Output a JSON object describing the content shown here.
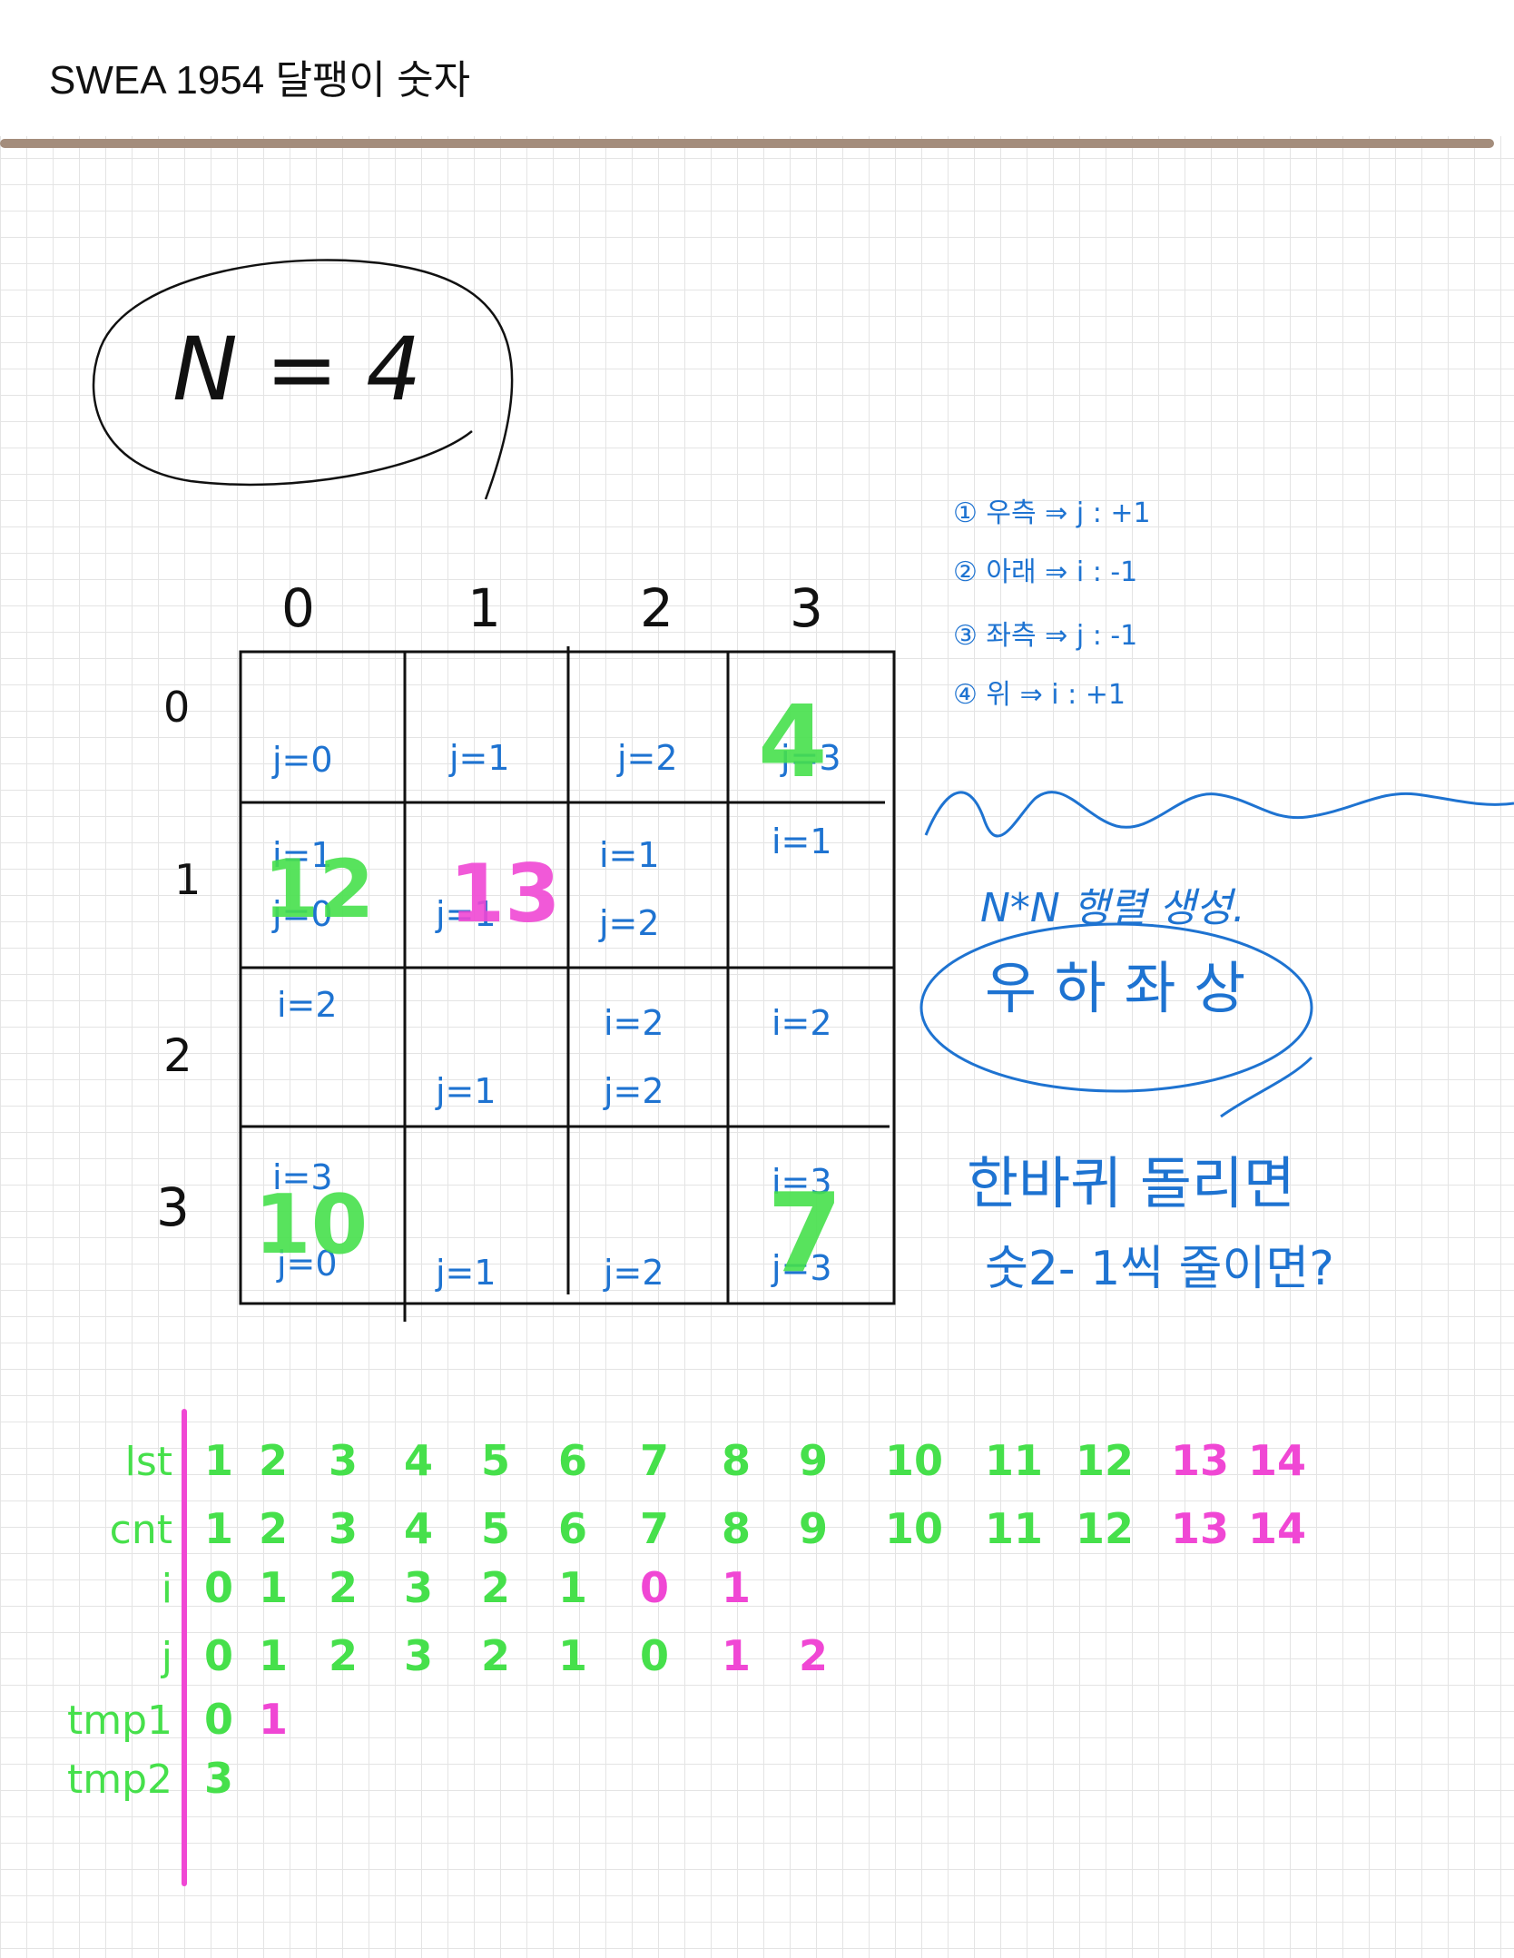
{
  "title": "SWEA 1954 달팽이 숫자",
  "n_label": "N = 4",
  "col_headers": [
    "0",
    "1",
    "2",
    "3"
  ],
  "row_headers": [
    "0",
    "1",
    "2",
    "3"
  ],
  "cells": [
    [
      "j=0",
      "j=1",
      "j=2",
      "j=3"
    ],
    [
      "i=1\nj=0",
      "j=1",
      "i=1\nj=2",
      "i=1"
    ],
    [
      "i=2",
      "j=1",
      "i=2\nj=2",
      "i=2"
    ],
    [
      "i=3\nj=0",
      "j=1",
      "j=2",
      "i=3\nj=3"
    ]
  ],
  "cell_overlays": [
    {
      "row": 0,
      "col": 3,
      "value": "4",
      "color": "#46e04b"
    },
    {
      "row": 1,
      "col": 0,
      "value": "12",
      "color": "#46e04b"
    },
    {
      "row": 1,
      "col": 1,
      "value": "13",
      "color": "#f047d4"
    },
    {
      "row": 3,
      "col": 0,
      "value": "10",
      "color": "#46e04b"
    },
    {
      "row": 3,
      "col": 3,
      "value": "7",
      "color": "#46e04b"
    }
  ],
  "direction_notes": [
    "① 우측 ⇒ j : +1",
    "② 아래 ⇒ i : -1",
    "③ 좌측 ⇒ j : -1",
    "④ 위 ⇒ i : +1"
  ],
  "matrix_note": "N*N 행렬 생성.",
  "order_note": "우 하 좌 상",
  "loop_note_1": "한바퀴 돌리면",
  "loop_note_2": "숫2- 1씩 줄이면?",
  "trace_table": {
    "rows": [
      {
        "label": "lst",
        "values": [
          "1",
          "2",
          "3",
          "4",
          "5",
          "6",
          "7",
          "8",
          "9",
          "10",
          "11",
          "12",
          "13",
          "14"
        ]
      },
      {
        "label": "cnt",
        "values": [
          "1",
          "2",
          "3",
          "4",
          "5",
          "6",
          "7",
          "8",
          "9",
          "10",
          "11",
          "12",
          "13",
          "14"
        ]
      },
      {
        "label": "i",
        "values": [
          "0",
          "1",
          "2",
          "3",
          "2",
          "1",
          "0",
          "1"
        ]
      },
      {
        "label": "j",
        "values": [
          "0",
          "1",
          "2",
          "3",
          "2",
          "1",
          "0",
          "1",
          "2"
        ]
      },
      {
        "label": "tmp1",
        "values": [
          "0",
          "1"
        ]
      },
      {
        "label": "tmp2",
        "values": [
          "3"
        ]
      }
    ],
    "green": "#46e04b",
    "magenta": "#f047d4"
  },
  "colors": {
    "ink_black": "#111111",
    "ink_blue": "#1e73d1",
    "ink_green": "#46e04b",
    "ink_magenta": "#f047d4",
    "divider": "#a48d7c"
  }
}
